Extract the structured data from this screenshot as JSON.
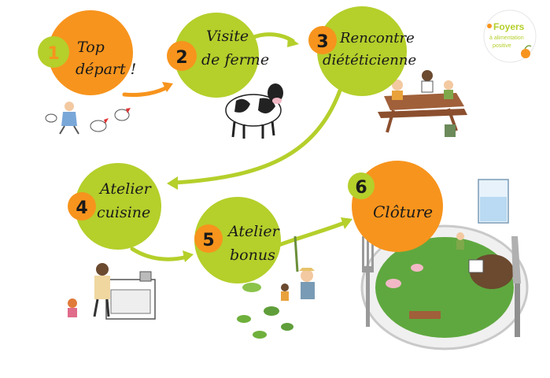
{
  "logo": {
    "name": "Foyers",
    "line2": "à alimentation",
    "line3": "positive"
  },
  "colors": {
    "orange": "#f7941d",
    "green": "#b5cf2b",
    "arrow": "#b5cf2b",
    "arrow_orange": "#f7941d",
    "text": "#1a1a1a"
  },
  "steps": [
    {
      "number": "1",
      "title_line1": "Top",
      "title_line2": "départ !",
      "circle": "orange",
      "badge": "green"
    },
    {
      "number": "2",
      "title_line1": "Visite",
      "title_line2": "de ferme",
      "circle": "green",
      "badge": "orange"
    },
    {
      "number": "3",
      "title_line1": "Rencontre",
      "title_line2": "diététicienne",
      "circle": "green",
      "badge": "orange"
    },
    {
      "number": "4",
      "title_line1": "Atelier",
      "title_line2": "cuisine",
      "circle": "green",
      "badge": "orange"
    },
    {
      "number": "5",
      "title_line1": "Atelier",
      "title_line2": "bonus",
      "circle": "green",
      "badge": "orange"
    },
    {
      "number": "6",
      "title_line1": "Clôture",
      "title_line2": "",
      "circle": "orange",
      "badge": "green"
    }
  ]
}
